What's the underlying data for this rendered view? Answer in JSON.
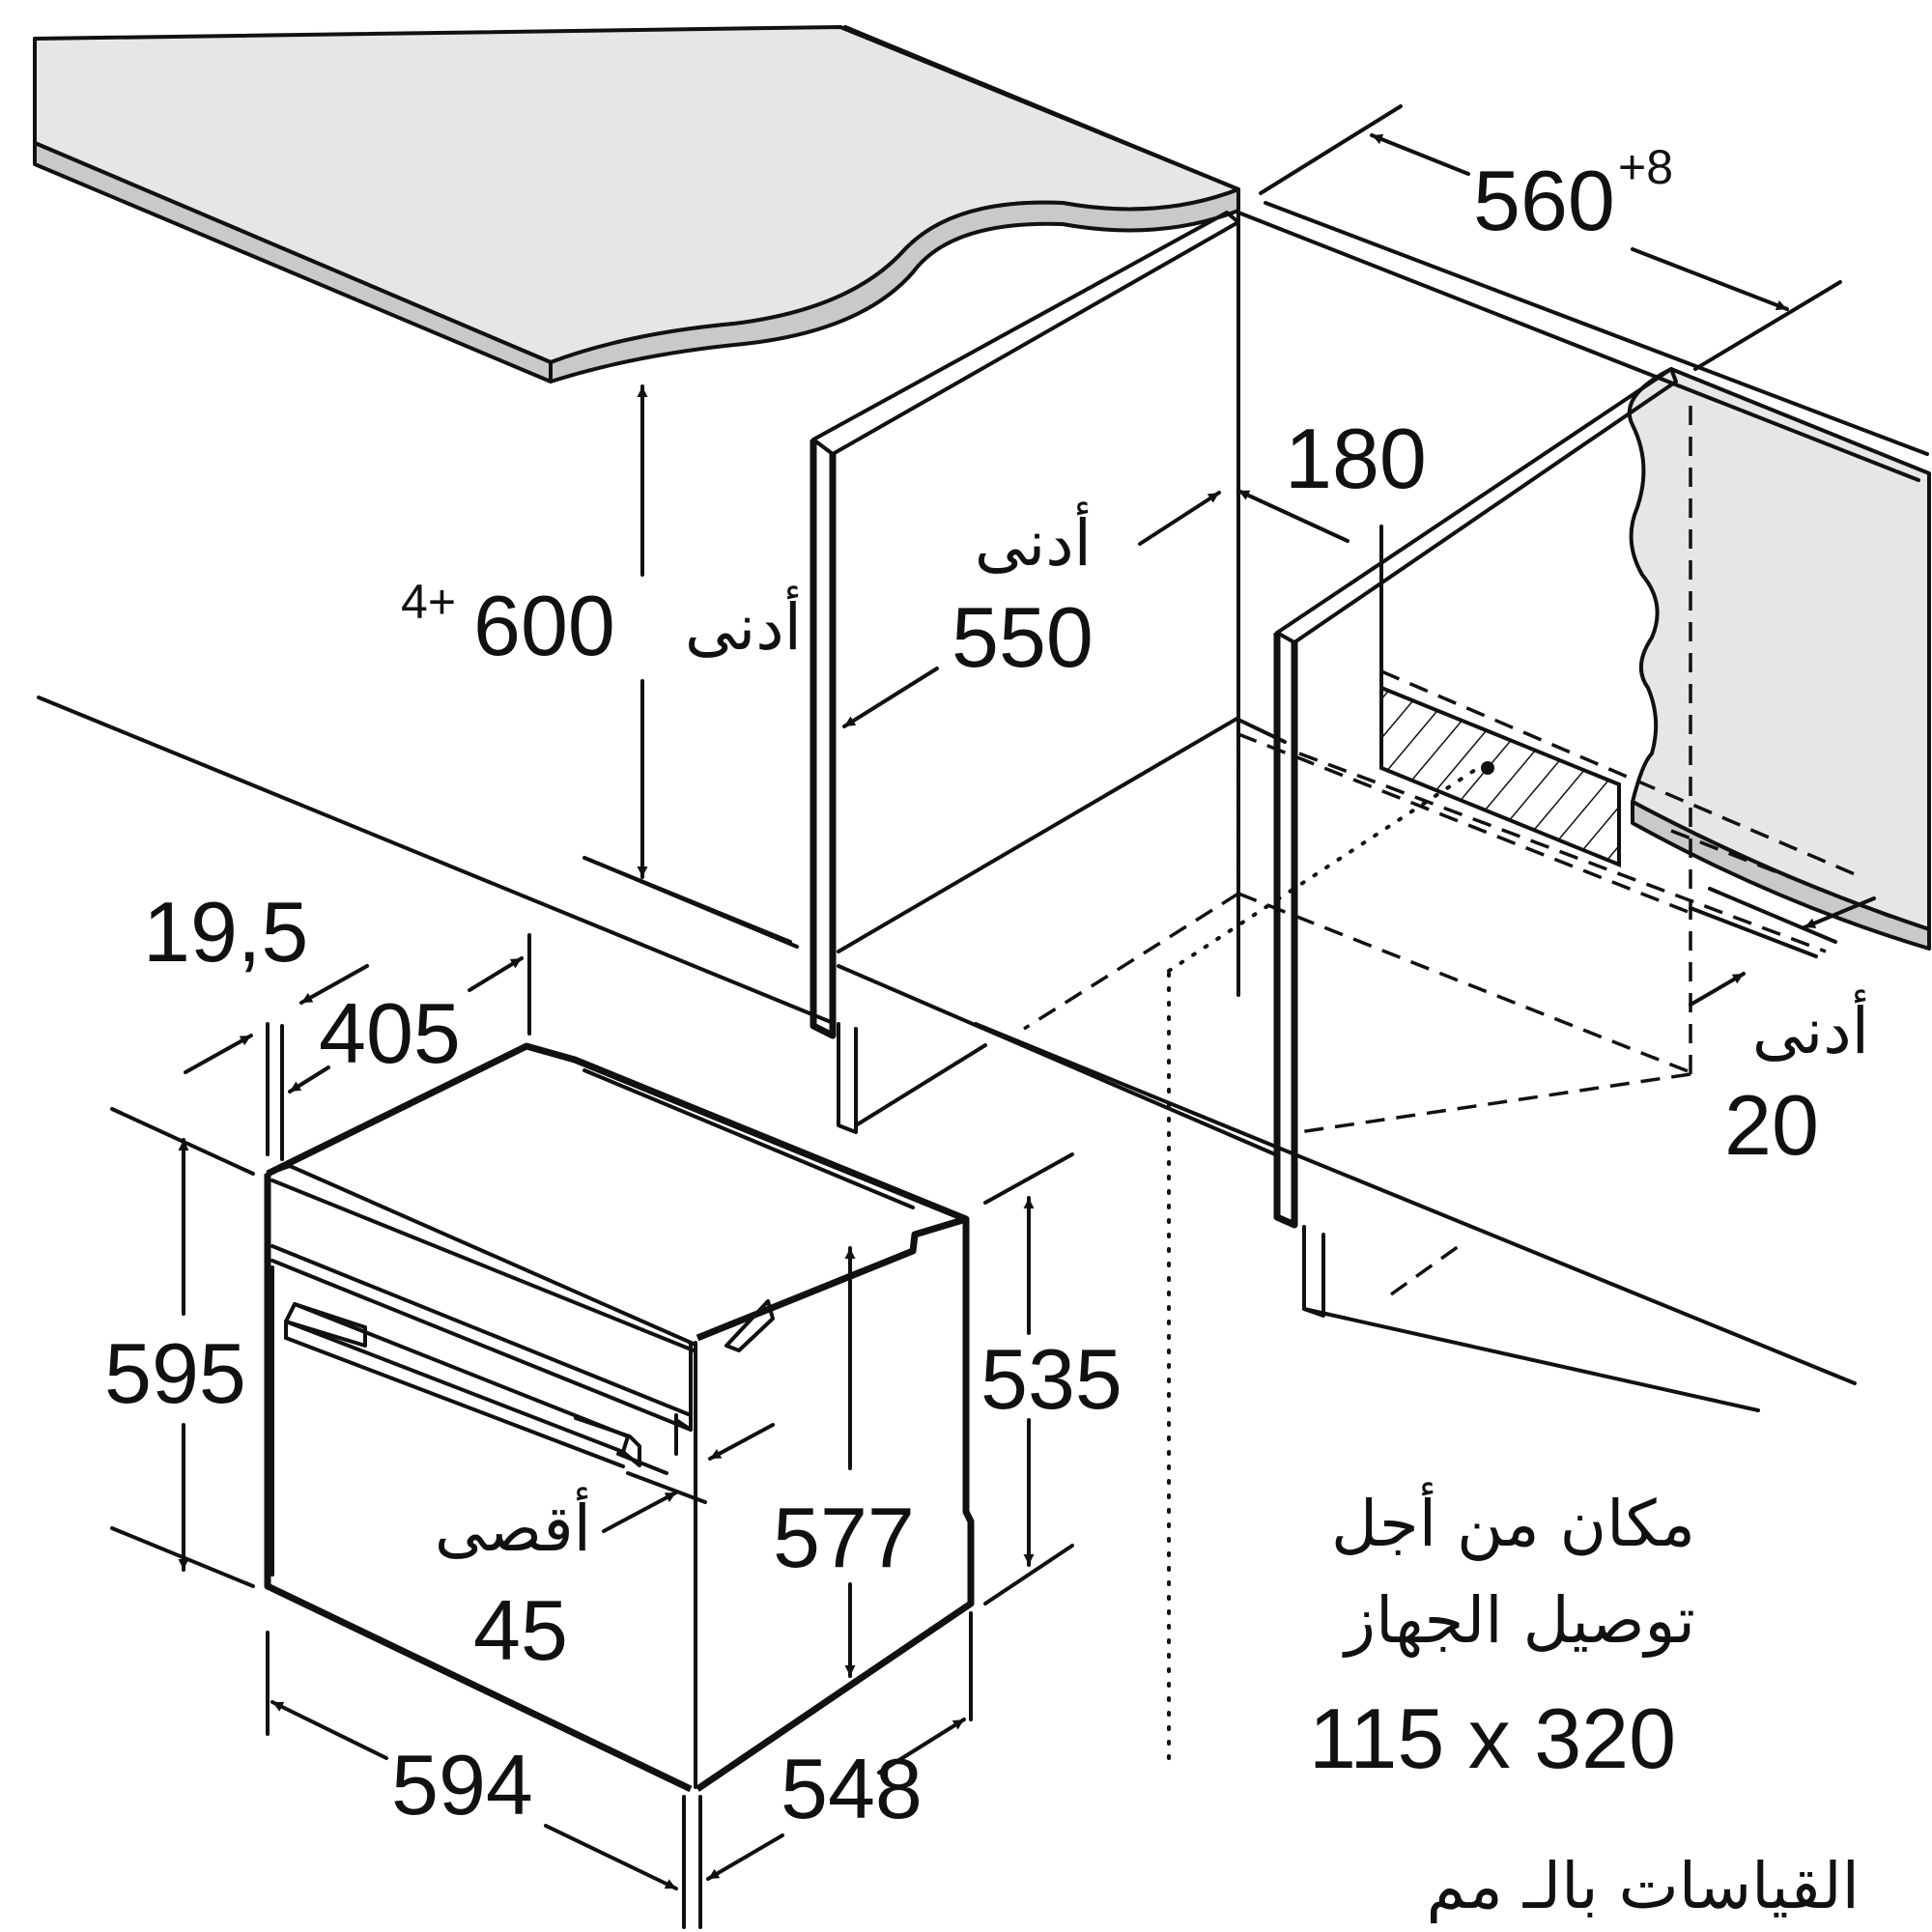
{
  "dimensions": {
    "niche_width": {
      "value": "560",
      "sup": "+8"
    },
    "niche_height": {
      "label": "أدنى",
      "value": "600",
      "sup": "+4"
    },
    "niche_depth": {
      "label": "أدنى",
      "value": "550"
    },
    "socket_offset": {
      "value": "180"
    },
    "gap": {
      "label": "أدنى",
      "value": "20"
    },
    "panel_thickness": {
      "value": "19,5"
    },
    "front_depth": {
      "value": "405"
    },
    "oven_height": {
      "value": "595"
    },
    "body_height": {
      "value": "535"
    },
    "inner_height": {
      "value": "577"
    },
    "door_offset": {
      "label": "أقصى",
      "value": "45"
    },
    "oven_width": {
      "value": "594"
    },
    "oven_depth": {
      "value": "548"
    }
  },
  "connection_note": {
    "line1": "مكان من أجل",
    "line2": "توصيل الجهاز",
    "line3": "115 x 320"
  },
  "units_note": "القياسات بالـ مم"
}
